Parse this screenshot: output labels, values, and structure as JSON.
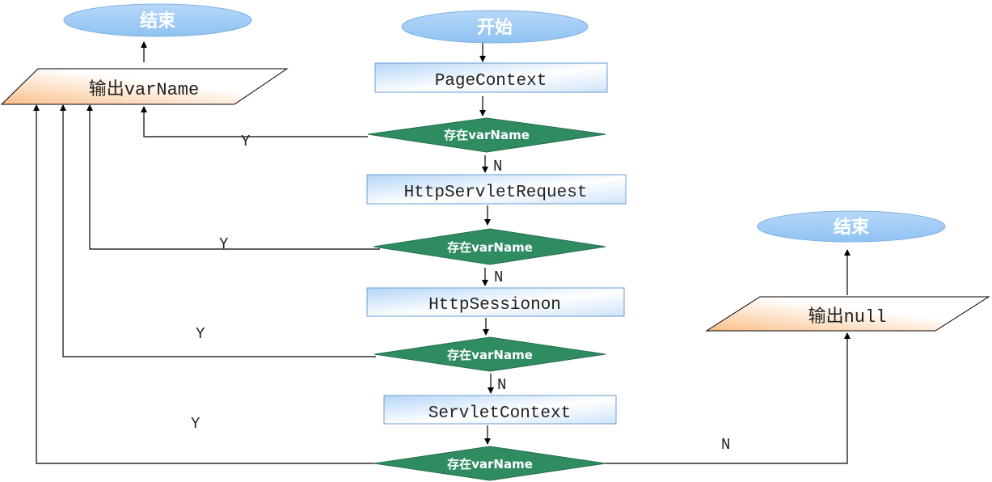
{
  "nodes": {
    "start": "开始",
    "end_left": "结束",
    "end_right": "结束",
    "output_varname": "输出varName",
    "output_null": "输出null",
    "page_context": "PageContext",
    "http_servlet_request": "HttpServletRequest",
    "http_session": "HttpSessionon",
    "servlet_context": "ServletContext",
    "decision_1": "存在varName",
    "decision_2": "存在varName",
    "decision_3": "存在varName",
    "decision_4": "存在varName"
  },
  "edge_labels": {
    "yes_1": "Y",
    "yes_2": "Y",
    "yes_3": "Y",
    "yes_4": "Y",
    "no_1": "N",
    "no_2": "N",
    "no_3": "N",
    "no_4": "N"
  },
  "colors": {
    "terminal_fill": "#9ccaf5",
    "process_gradient": [
      "#b7d7f7",
      "#ffffff"
    ],
    "decision_fill": "#2e8b62",
    "output_gradient": [
      "#fbc99a",
      "#ffffff"
    ],
    "line": "#000000"
  }
}
